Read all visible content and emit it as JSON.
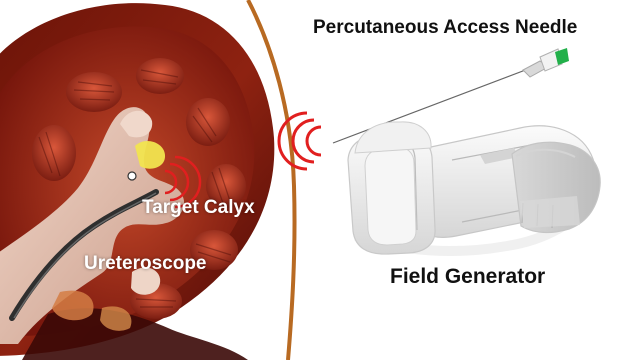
{
  "labels": {
    "needle": "Percutaneous Access Needle",
    "field_generator": "Field Generator",
    "target_calyx": "Target Calyx",
    "ureteroscope": "Ureteroscope"
  },
  "colors": {
    "kidney_outer": "#5e1208",
    "kidney_mid": "#8d1f12",
    "kidney_inner": "#b83c26",
    "pelvis": "#e8c3b0",
    "calyx_highlight": "#f1e44f",
    "signal_red": "#e11f1f",
    "divider": "#b86a22",
    "device": "#ececec",
    "needle_hub": "#22b04a"
  },
  "icons": {
    "wireless_signal": "signal-waves-icon",
    "needle": "needle-icon",
    "device": "field-generator-device"
  }
}
